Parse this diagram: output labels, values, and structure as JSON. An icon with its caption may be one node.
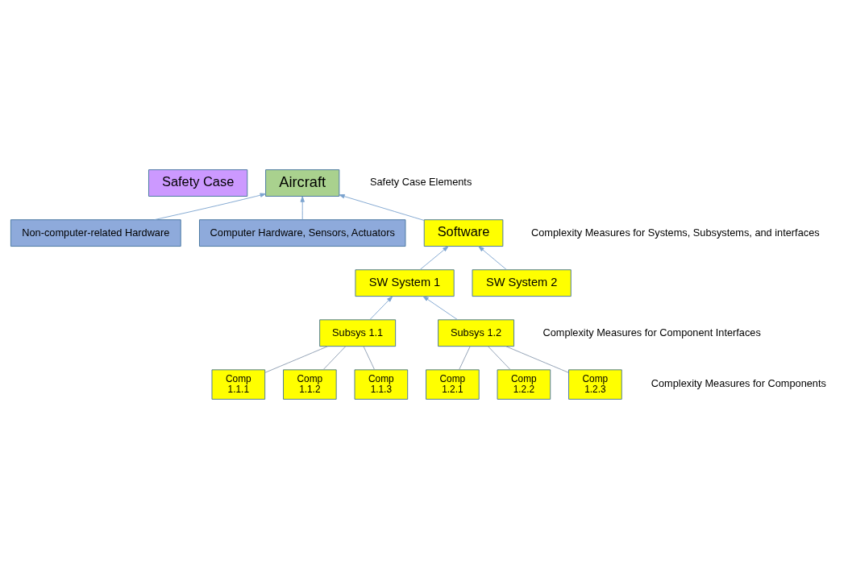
{
  "diagram": {
    "nodes": [
      {
        "text": [
          "Safety Case"
        ]
      },
      {
        "text": [
          "Aircraft"
        ]
      },
      {
        "text": [
          "Non-computer-related Hardware"
        ]
      },
      {
        "text": [
          "Computer Hardware, Sensors, Actuators"
        ]
      },
      {
        "text": [
          "Software"
        ]
      },
      {
        "text": [
          "SW System 1"
        ]
      },
      {
        "text": [
          "SW System 2"
        ]
      },
      {
        "text": [
          "Subsys 1.1"
        ]
      },
      {
        "text": [
          "Subsys 1.2"
        ]
      },
      {
        "text": [
          "Comp 1.1.1"
        ]
      },
      {
        "text": [
          "Comp 1.1.2"
        ]
      },
      {
        "text": [
          "Comp 1.1.3"
        ]
      },
      {
        "text": [
          "Comp 1.2.1"
        ]
      },
      {
        "text": [
          "Comp 1.2.2"
        ]
      },
      {
        "text": [
          "Comp 1.2.3"
        ]
      }
    ],
    "edges": [
      {
        "from": 4,
        "to": 1,
        "arrow": "to"
      },
      {
        "from": 3,
        "to": 1,
        "arrow": "to"
      },
      {
        "from": 2,
        "to": 1,
        "arrow": "to"
      },
      {
        "from": 5,
        "to": 4,
        "arrow": "to"
      },
      {
        "from": 6,
        "to": 4,
        "arrow": "to"
      },
      {
        "from": 7,
        "to": 5,
        "arrow": "to"
      },
      {
        "from": 8,
        "to": 5,
        "arrow": "to"
      },
      {
        "from": 7,
        "to": 9,
        "arrow": "none",
        "color": "#8a9bb0"
      },
      {
        "from": 7,
        "to": 10,
        "arrow": "none",
        "color": "#8a9bb0"
      },
      {
        "from": 7,
        "to": 11,
        "arrow": "none",
        "color": "#8a9bb0"
      },
      {
        "from": 8,
        "to": 12,
        "arrow": "none",
        "color": "#8a9bb0"
      },
      {
        "from": 8,
        "to": 13,
        "arrow": "none",
        "color": "#8a9bb0"
      },
      {
        "from": 8,
        "to": 14,
        "arrow": "none",
        "color": "#8a9bb0"
      }
    ],
    "labels": [
      "Safety Case Elements",
      "Complexity Measures for Systems, Subsystems, and interfaces",
      "Complexity Measures for Component Interfaces",
      "Complexity Measures for Components"
    ]
  }
}
